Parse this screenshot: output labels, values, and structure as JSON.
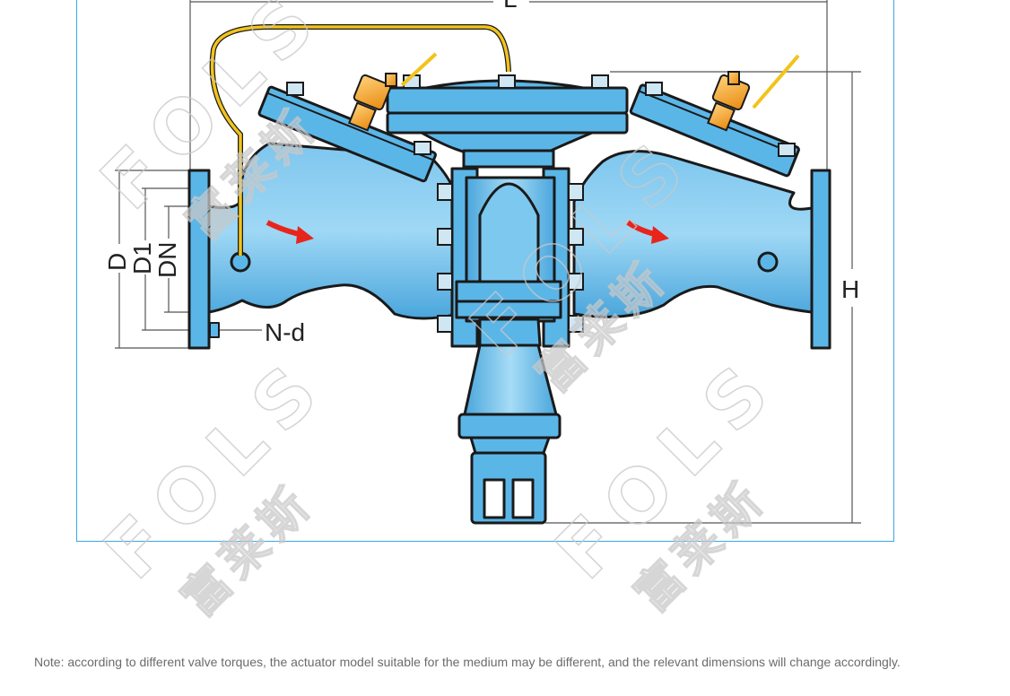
{
  "dimension_labels": {
    "L": "L",
    "H": "H",
    "D": "D",
    "D1": "D1",
    "DN": "DN",
    "Nd": "N-d"
  },
  "watermark": {
    "brand": "FOLS",
    "chinese": "富莱斯"
  },
  "colors": {
    "body": "#5bb6e8",
    "body_light": "#8fd0f2",
    "outline": "#1a1a1a",
    "frame": "#38a8e6",
    "pilot_tube": "#f2c31b",
    "valve": "#f39a1e",
    "flow_arrow": "#e8251c",
    "note_text": "#6b6b6b"
  },
  "note": "Note: according to different valve torques, the actuator model suitable for the medium may be different, and the relevant dimensions will change accordingly."
}
